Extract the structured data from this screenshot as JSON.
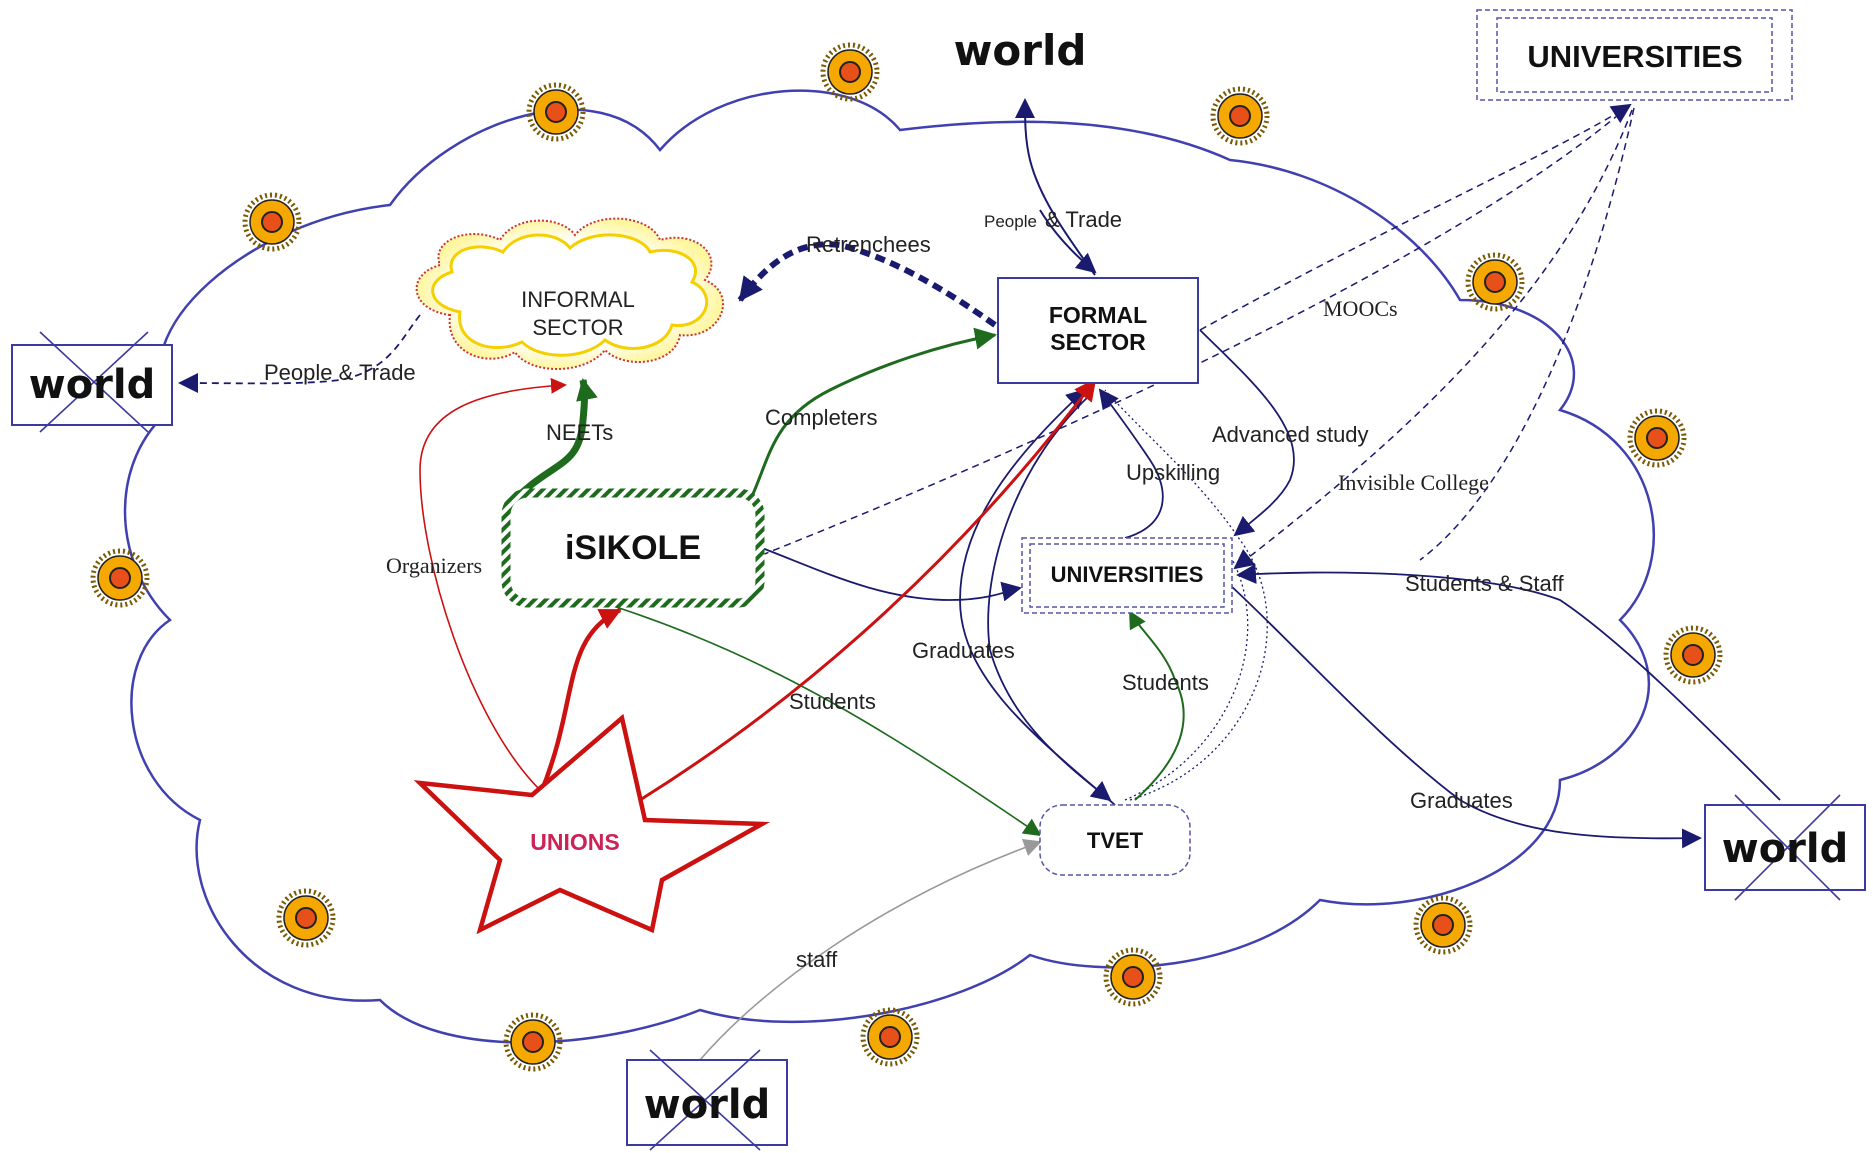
{
  "nodes": {
    "world_top": "world",
    "universities_top": "UNIVERSITIES",
    "world_left": "world",
    "world_right": "world",
    "world_bottom": "world",
    "informal_line1": "INFORMAL",
    "informal_line2": "SECTOR",
    "formal_line1": "FORMAL",
    "formal_line2": "SECTOR",
    "isikole": "iSIKOLE",
    "universities_inner": "UNIVERSITIES",
    "tvet": "TVET",
    "unions": "UNIONS"
  },
  "edges": {
    "people_trade_top_small": "People",
    "people_trade_top_rest": "& Trade",
    "retrenchees": "Retrenchees",
    "moocs": "MOOCs",
    "people_trade_left": "People & Trade",
    "completers": "Completers",
    "neets": "NEETs",
    "advanced_study": "Advanced study",
    "upskilling": "Upskilling",
    "invisible_college": "Invisible College",
    "organizers": "Organizers",
    "students_staff": "Students & Staff",
    "graduates_formal": "Graduates",
    "students_tvet": "Students",
    "students_isikole": "Students",
    "graduates_world": "Graduates",
    "staff": "staff"
  },
  "colors": {
    "navy": "#1a1a6e",
    "cloud_outline": "#4040b0",
    "green": "#1e6b1e",
    "red": "#cc1111",
    "unions_text": "#cc2255",
    "sun_fill": "#f5a800",
    "sun_core": "#e8501a",
    "grey": "#999999"
  }
}
